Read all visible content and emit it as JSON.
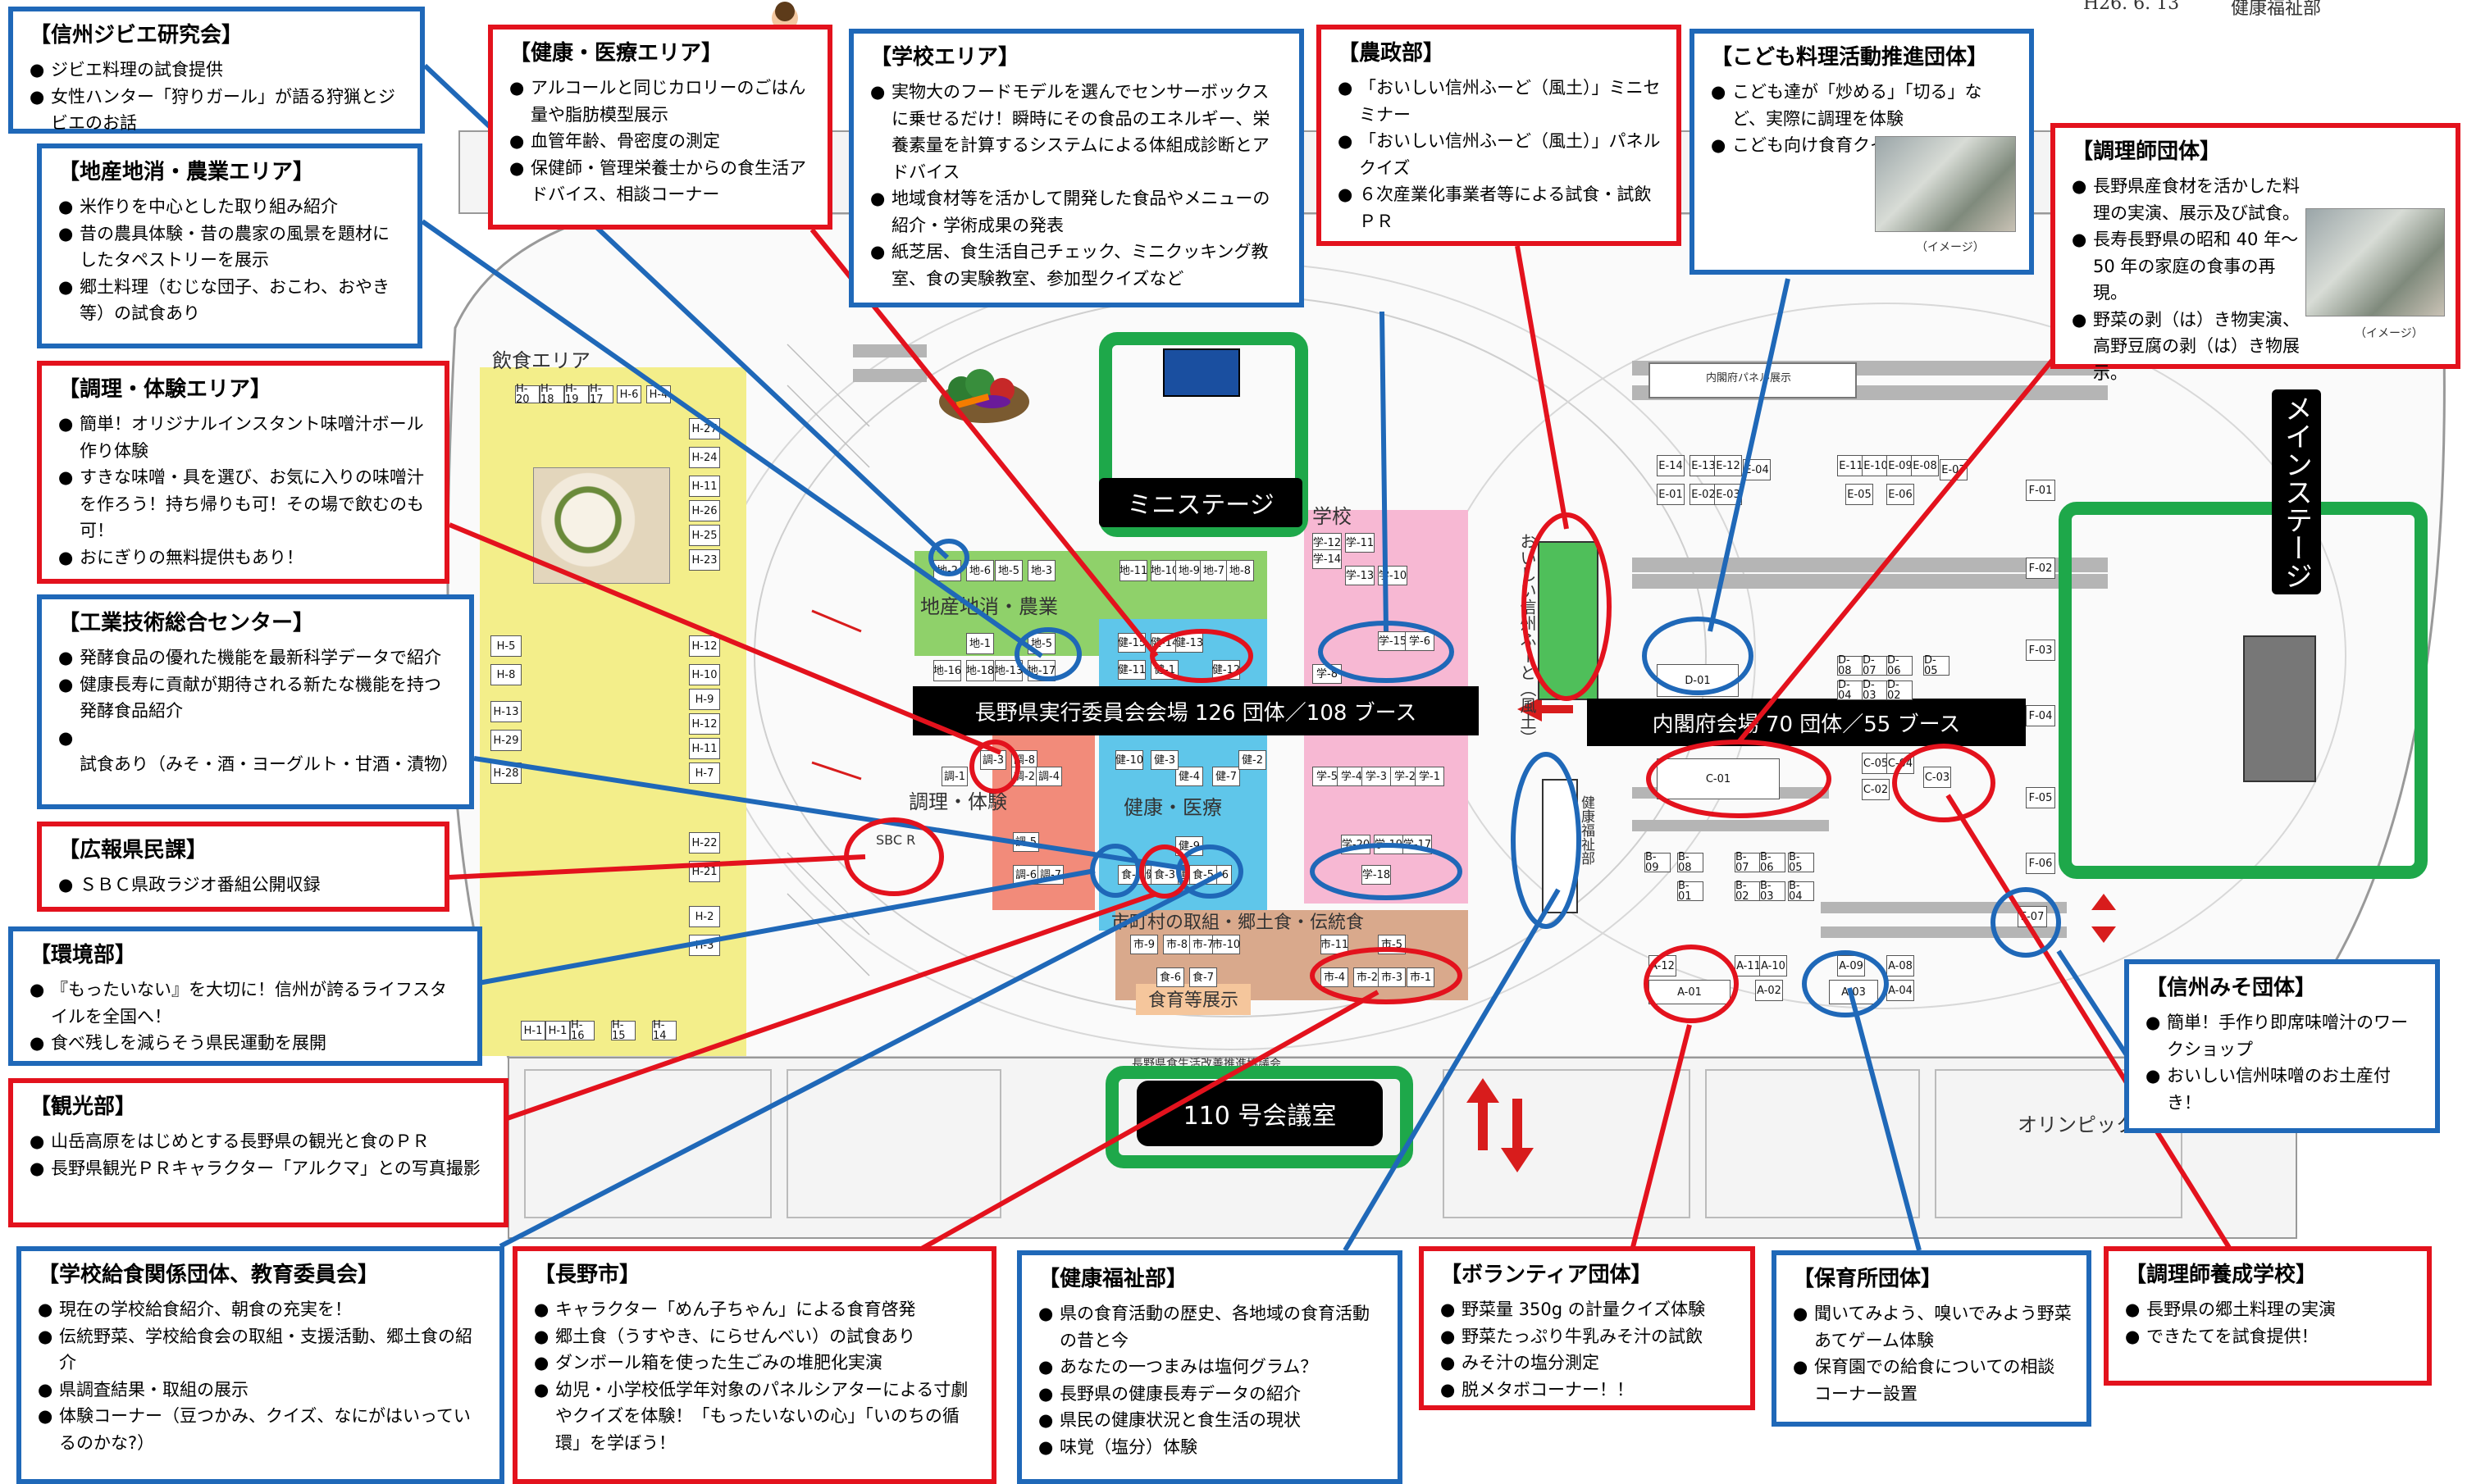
{
  "header": {
    "date": "H26. 6. 13",
    "dept": "健康福祉部"
  },
  "map_labels": {
    "inshoku": "飲食エリア",
    "chisan": "地産地消・農業",
    "chori": "調理・体験",
    "kenko": "健康・医療",
    "gakko": "学校",
    "shichoson": "市町村の取組・郷土食・伝統食",
    "shokuiku": "食育等展示",
    "oishii": "おいしい信州ふーど（風土）",
    "kenko_fukushi": "健康福祉部",
    "naikaku_panel": "内閣府パネル展示",
    "olympic": "オリンピック",
    "kyogikai": "長野県食生活改善推進協議会",
    "sbc": "SBC R",
    "shokuiku_note": "食"
  },
  "banners": {
    "nagano": "長野県実行委員会会場 126 団体／108 ブース",
    "naikaku": "内閣府会場 70 団体／55 ブース"
  },
  "stages": {
    "mini": "ミニステージ",
    "main": "メインステージ",
    "room110": "110 号会議室"
  },
  "booths": {
    "h_top": [
      "H-20",
      "H-18",
      "H-19",
      "H-17",
      "H-6",
      "H-4"
    ],
    "h_right": [
      "H-27",
      "H-24",
      "H-11",
      "H-26",
      "H-25",
      "H-23",
      "H-12",
      "H-10",
      "H-9",
      "H-12",
      "H-11",
      "H-7",
      "H-22",
      "H-21",
      "H-2",
      "H-3"
    ],
    "h_left": [
      "H-5",
      "H-8",
      "H-13",
      "H-29",
      "H-28"
    ],
    "h_bottom": [
      "H-1",
      "H-1",
      "H-16",
      "H-15",
      "H-14"
    ],
    "chi": [
      "地-2",
      "地-6",
      "地-5",
      "地-3",
      "地-11",
      "地-10",
      "地-9",
      "地-7",
      "地-8",
      "地-1",
      "地-5",
      "地-17",
      "地-16",
      "地-18",
      "地-13"
    ],
    "chori": [
      "調-3",
      "調-8",
      "調-1",
      "調-2",
      "調-4",
      "調-5",
      "調-6",
      "調-7"
    ],
    "ken": [
      "健-15",
      "健-14",
      "健-13",
      "健-11",
      "健-1",
      "健-12",
      "健-10",
      "健-4",
      "健-9",
      "健-8",
      "健-6",
      "健-5",
      "健-3",
      "健-7",
      "健-2"
    ],
    "gaku": [
      "学-12",
      "学-11",
      "学-14",
      "学-13",
      "学-10",
      "学-15",
      "学-6",
      "学-8",
      "学-5",
      "学-4",
      "学-3",
      "学-2",
      "学-1",
      "学-20",
      "学-19",
      "学-17",
      "学-18"
    ],
    "shi": [
      "市-9",
      "市-8",
      "市-7",
      "市-10",
      "市-11",
      "市-5",
      "市-4",
      "市-2",
      "市-3",
      "市-1",
      "食-4",
      "食-3",
      "食-5",
      "食-6",
      "食-7"
    ],
    "e": [
      "E-14",
      "E-13",
      "E-12",
      "E-04",
      "E-01",
      "E-02",
      "E-03",
      "E-11",
      "E-10",
      "E-09",
      "E-08",
      "E-07",
      "E-05",
      "E-06"
    ],
    "d": [
      "D-01",
      "D-08",
      "D-07",
      "D-06",
      "D-05",
      "D-04",
      "D-03",
      "D-02"
    ],
    "c": [
      "C-01",
      "C-05",
      "C-04",
      "C-03",
      "C-02"
    ],
    "b": [
      "B-09",
      "B-08",
      "B-07",
      "B-06",
      "B-05",
      "B-01",
      "B-02",
      "B-03",
      "B-04"
    ],
    "a": [
      "A-12",
      "A-11",
      "A-10",
      "A-01",
      "A-02",
      "A-09",
      "A-08",
      "A-03",
      "A-04"
    ],
    "f": [
      "F-01",
      "F-02",
      "F-03",
      "F-04",
      "F-05",
      "F-06",
      "F-07"
    ]
  },
  "info_boxes": {
    "jibie": {
      "title": "【信州ジビエ研究会】",
      "items": [
        "ジビエ料理の試食提供",
        "女性ハンター「狩りガール」が語る狩猟とジビエのお話"
      ]
    },
    "chisan": {
      "title": "【地産地消・農業エリア】",
      "items": [
        "米作りを中心とした取り組み紹介",
        "昔の農具体験・昔の農家の風景を題材にしたタペストリーを展示",
        "郷土料理（むじな団子、おこわ、おやき等）の試食あり"
      ]
    },
    "chori": {
      "title": "【調理・体験エリア】",
      "items": [
        "簡単！オリジナルインスタント味噌汁ボール作り体験",
        "すきな味噌・具を選び、お気に入りの味噌汁を作ろう！持ち帰りも可！その場で飲むのも可！",
        "おにぎりの無料提供もあり！"
      ]
    },
    "kogyo": {
      "title": "【工業技術総合センター】",
      "items": [
        "発酵食品の優れた機能を最新科学データで紹介",
        "健康長寿に貢献が期待される新たな機能を持つ発酵食品紹介",
        "試食あり（みそ・酒・ヨーグルト・甘酒・漬物）"
      ]
    },
    "koho": {
      "title": "【広報県民課】",
      "items": [
        "ＳＢＣ県政ラジオ番組公開収録"
      ]
    },
    "kankyo": {
      "title": "【環境部】",
      "items": [
        "『もったいない』を大切に！信州が誇るライフスタイルを全国へ！",
        "食べ残しを減らそう県民運動を展開"
      ]
    },
    "kanko": {
      "title": "【観光部】",
      "items": [
        "山岳高原をはじめとする長野県の観光と食のＰＲ",
        "長野県観光ＰＲキャラクター「アルクマ」との写真撮影"
      ]
    },
    "kyushoku": {
      "title": "【学校給食関係団体、教育委員会】",
      "items": [
        "現在の学校給食紹介、朝食の充実を！",
        "伝統野菜、学校給食会の取組・支援活動、郷土食の紹介",
        "県調査結果・取組の展示",
        "体験コーナー（豆つかみ、クイズ、なにがはいっているのかな?）"
      ]
    },
    "naganoshi": {
      "title": "【長野市】",
      "items": [
        "キャラクター「めん子ちゃん」による食育啓発",
        "郷土食（うすやき、にらせんべい）の試食あり",
        "ダンボール箱を使った生ごみの堆肥化実演",
        "幼児・小学校低学年対象のパネルシアターによる寸劇やクイズを体験！「もったいないの心」「いのちの循環」を学ぼう！"
      ]
    },
    "kenkofukushi": {
      "title": "【健康福祉部】",
      "items": [
        "県の食育活動の歴史、各地域の食育活動の昔と今",
        "あなたの一つまみは塩何グラム？",
        "長野県の健康長寿データの紹介",
        "県民の健康状況と食生活の現状",
        "味覚（塩分）体験"
      ]
    },
    "volunteer": {
      "title": "【ボランティア団体】",
      "items": [
        "野菜量 350g の計量クイズ体験",
        "野菜たっぷり牛乳みそ汁の試飲",
        "みそ汁の塩分測定",
        "脱メタボコーナー！！"
      ]
    },
    "hoikusho": {
      "title": "【保育所団体】",
      "items": [
        "聞いてみよう、嗅いでみよう野菜あてゲーム体験",
        "保育園での給食についての相談コーナー設置"
      ]
    },
    "yosei": {
      "title": "【調理師養成学校】",
      "items": [
        "長野県の郷土料理の実演",
        "できたてを試食提供！"
      ]
    },
    "miso": {
      "title": "【信州みそ団体】",
      "items": [
        "簡単！手作り即席味噌汁のワークショップ",
        "おいしい信州味噌のお土産付き！"
      ]
    },
    "choriishi": {
      "title": "【調理師団体】",
      "items": [
        "長野県産食材を活かした料理の実演、展示及び試食。",
        "長寿長野県の昭和 40 年～50 年の家庭の食事の再現。",
        "野菜の剥（は）き物実演、高野豆腐の剥（は）き物展示。"
      ],
      "caption": "（イメージ）"
    },
    "kodomo": {
      "title": "【こども料理活動推進団体】",
      "items": [
        "こども達が「炒める」「切る」など、実際に調理を体験",
        "こども向け食育クイズ"
      ],
      "caption": "（イメージ）"
    },
    "noseibu": {
      "title": "【農政部】",
      "items": [
        "「おいしい信州ふーど（風土）」ミニセミナー",
        "「おいしい信州ふーど（風土）」パネルクイズ",
        "６次産業化事業者等による試食・試飲ＰＲ"
      ]
    },
    "gakko": {
      "title": "【学校エリア】",
      "items": [
        "実物大のフードモデルを選んでセンサーボックスに乗せるだけ！瞬時にその食品のエネルギー、栄養素量を計算するシステムによる体組成診断とアドバイス",
        "地域食材等を活かして開発した食品やメニューの紹介・学術成果の発表",
        "紙芝居、食生活自己チェック、ミニクッキング教室、食の実験教室、参加型クイズなど"
      ]
    },
    "kenkoiryo": {
      "title": "【健康・医療エリア】",
      "items": [
        "アルコールと同じカロリーのごはん量や脂肪模型展示",
        "血管年齢、骨密度の測定",
        "保健師・管理栄養士からの食生活アドバイス、相談コーナー"
      ]
    }
  }
}
